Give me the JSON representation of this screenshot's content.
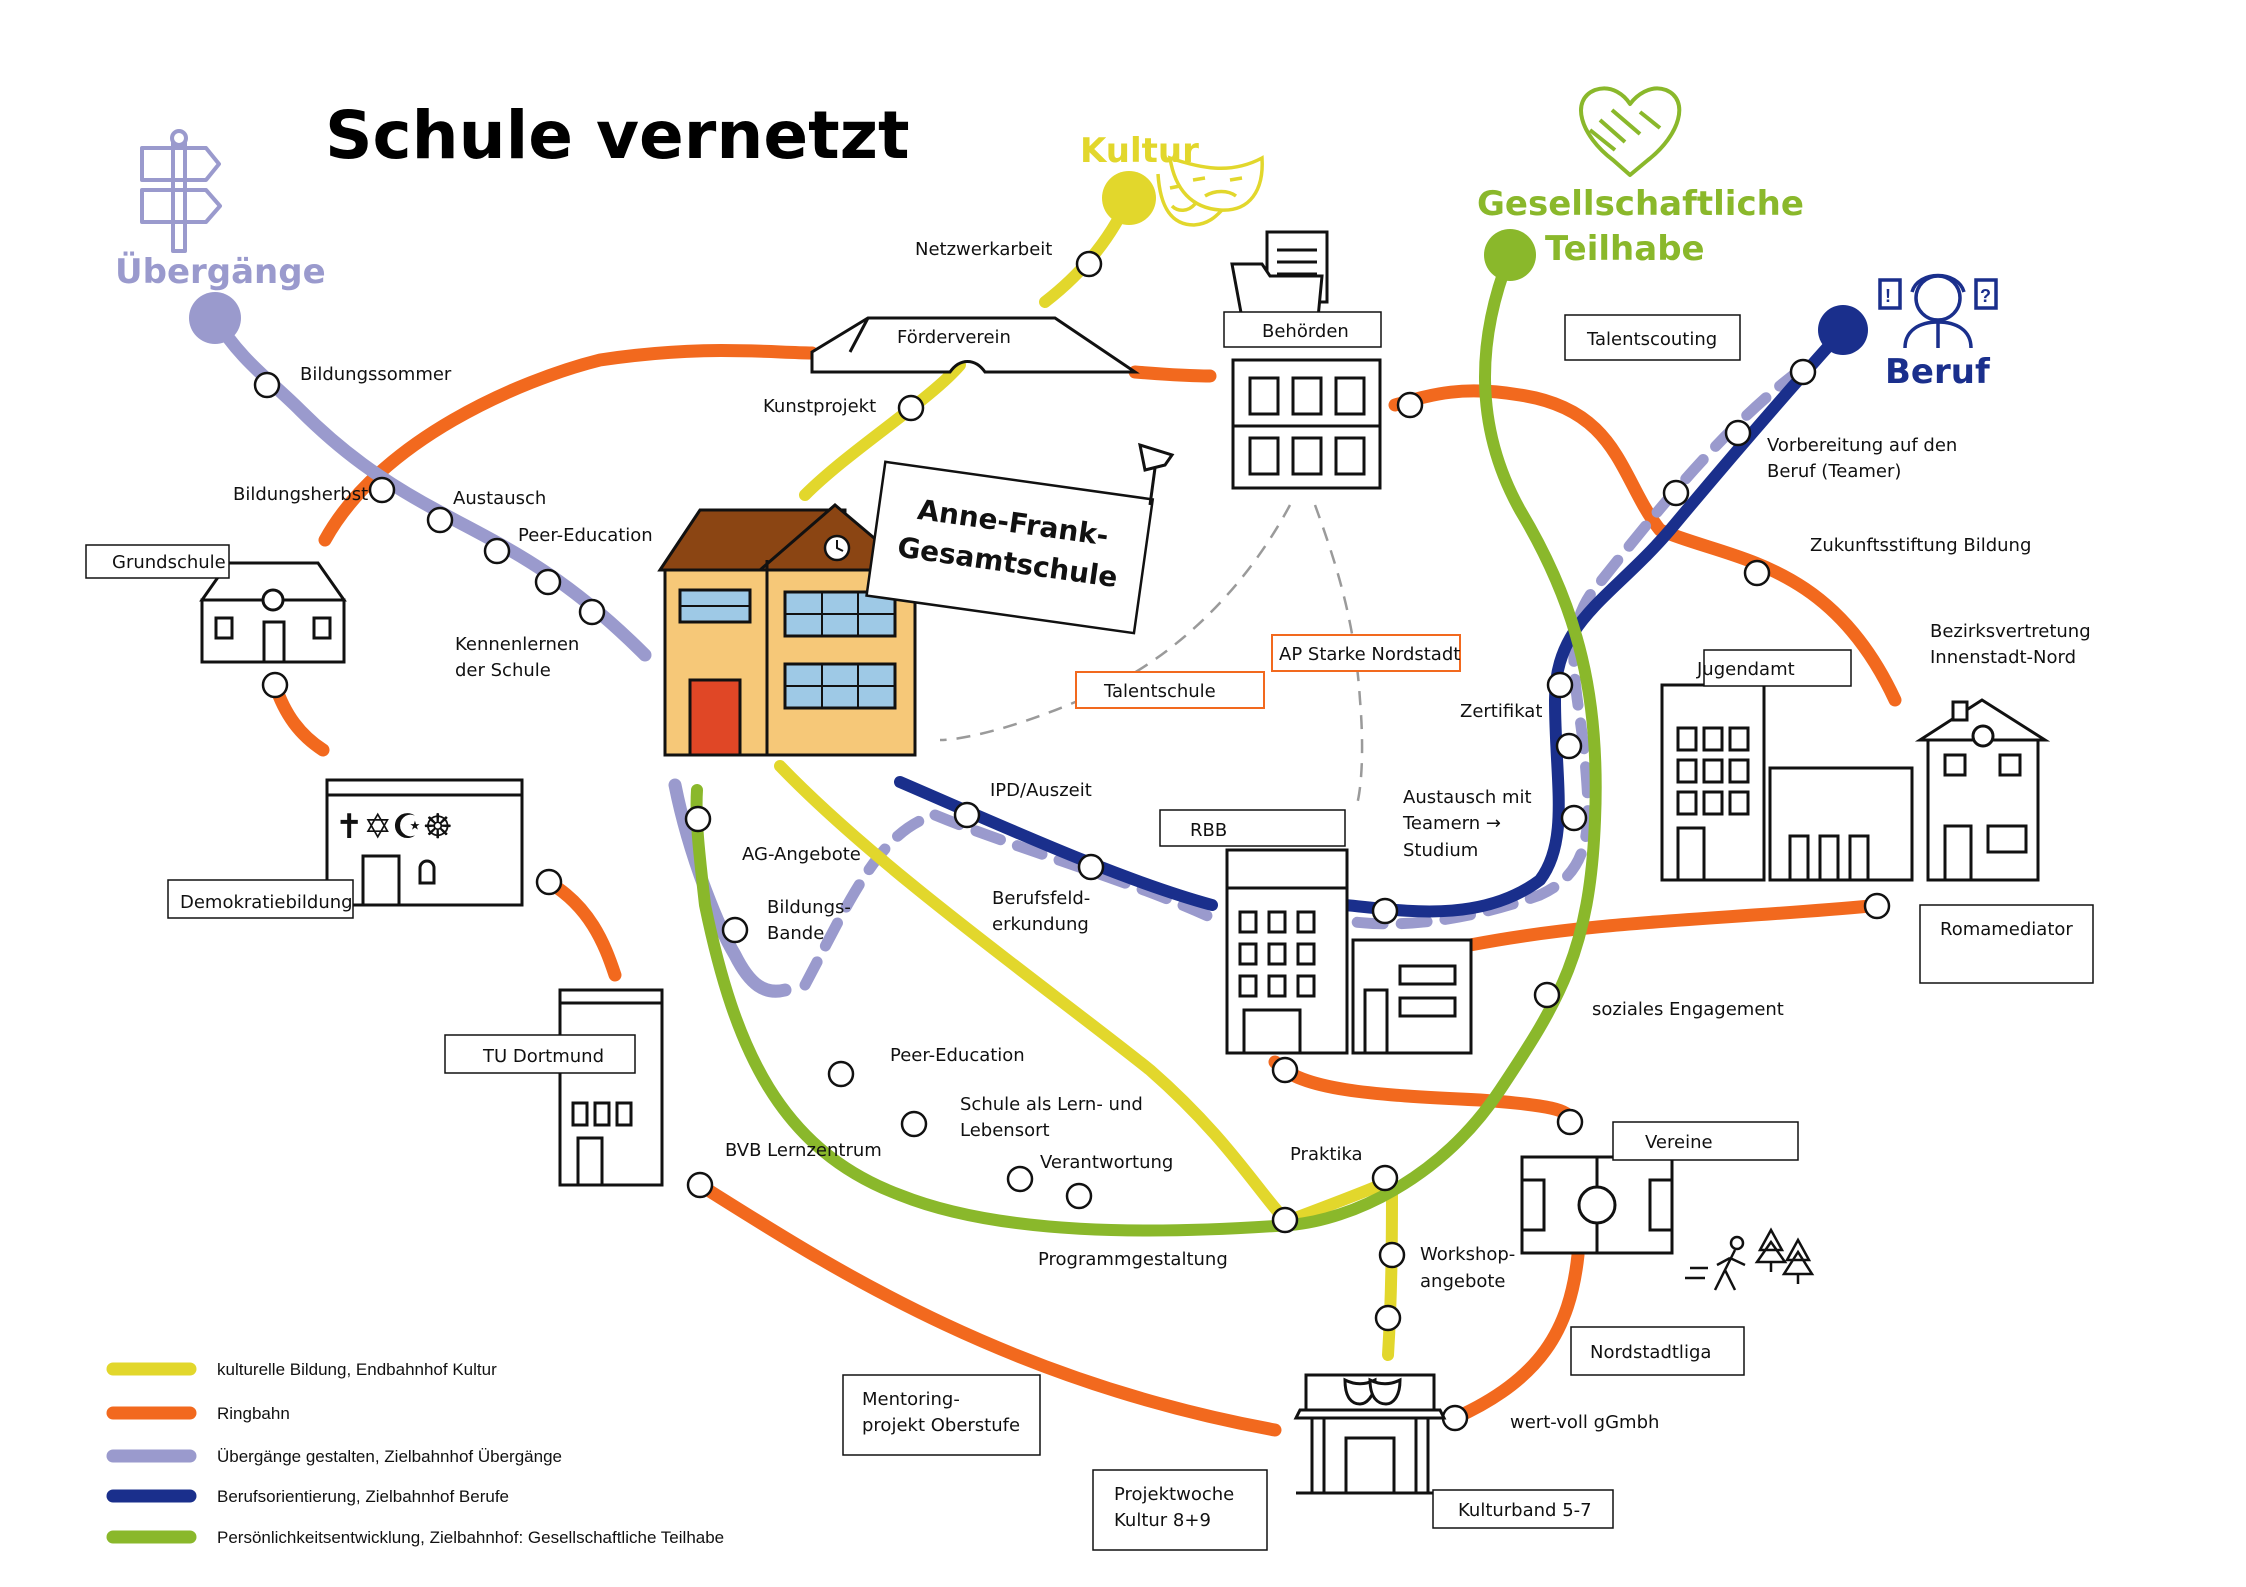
{
  "title": "Schule vernetzt",
  "colors": {
    "kultur": "#E2D72C",
    "ring": "#F2691E",
    "uebergaenge": "#9A9ACD",
    "beruf": "#1A2F8C",
    "teilhabe": "#8AB82B"
  },
  "terminals": {
    "uebergaenge": "Übergänge",
    "kultur": "Kultur",
    "teilhabe_1": "Gesellschaftliche",
    "teilhabe_2": "Teilhabe",
    "beruf": "Beruf"
  },
  "center_sign": {
    "line1": "Anne-Frank-",
    "line2": "Gesamtschule"
  },
  "boxes": {
    "grundschule": "Grundschule",
    "foerderverein": "Förderverein",
    "behoerden": "Behörden",
    "talentscouting": "Talentscouting",
    "jugendamt": "Jugendamt",
    "rbb": "RBB",
    "demokratiebildung": "Demokratiebildung",
    "tu_dortmund": "TU Dortmund",
    "vereine": "Vereine",
    "romamediator": "Romamediator",
    "nordstadtliga": "Nordstadtliga",
    "kulturband": "Kulturband 5-7",
    "mentoring_1": "Mentoring-",
    "mentoring_2": "projekt Oberstufe",
    "projektwoche_1": "Projektwoche",
    "projektwoche_2": "Kultur 8+9",
    "talentschule": "Talentschule",
    "ap_starke": "AP Starke Nordstadt"
  },
  "labels": {
    "bildungssommer": "Bildungssommer",
    "bildungsherbst": "Bildungsherbst",
    "austausch": "Austausch",
    "peer_education_1": "Peer-Education",
    "kennenlernen_1": "Kennenlernen",
    "kennenlernen_2": "der Schule",
    "netzwerkarbeit": "Netzwerkarbeit",
    "kunstprojekt": "Kunstprojekt",
    "vorbereitung_1": "Vorbereitung auf den",
    "vorbereitung_2": "Beruf (Teamer)",
    "zukunftsstiftung": "Zukunftsstiftung Bildung",
    "bezirks_1": "Bezirksvertretung",
    "bezirks_2": "Innenstadt-Nord",
    "zertifikat": "Zertifikat",
    "austausch_mit_1": "Austausch mit",
    "austausch_mit_2": "Teamern →",
    "austausch_mit_3": "Studium",
    "ipd": "IPD/Auszeit",
    "ag_angebote": "AG-Angebote",
    "bildungsbande_1": "Bildungs-",
    "bildungsbande_2": "Bande",
    "berufsfeld_1": "Berufsfeld-",
    "berufsfeld_2": "erkundung",
    "peer_education_2": "Peer-Education",
    "schule_lernort_1": "Schule als Lern- und",
    "schule_lernort_2": "Lebensort",
    "verantwortung": "Verantwortung",
    "bvb": "BVB Lernzentrum",
    "programmgestaltung": "Programmgestaltung",
    "praktika": "Praktika",
    "workshop_1": "Workshop-",
    "workshop_2": "angebote",
    "soziales": "soziales Engagement",
    "wertvoll": "wert-voll gGmbh"
  },
  "legend": [
    {
      "color": "#E2D72C",
      "label": "kulturelle Bildung, Endbahnhof Kultur"
    },
    {
      "color": "#F2691E",
      "label": "Ringbahn"
    },
    {
      "color": "#9A9ACD",
      "label": "Übergänge gestalten, Zielbahnhof Übergänge"
    },
    {
      "color": "#1A2F8C",
      "label": "Berufsorientierung, Zielbahnhof Berufe"
    },
    {
      "color": "#8AB82B",
      "label": "Persönlichkeitsentwicklung, Zielbahnhof: Gesellschaftliche Teilhabe"
    }
  ]
}
